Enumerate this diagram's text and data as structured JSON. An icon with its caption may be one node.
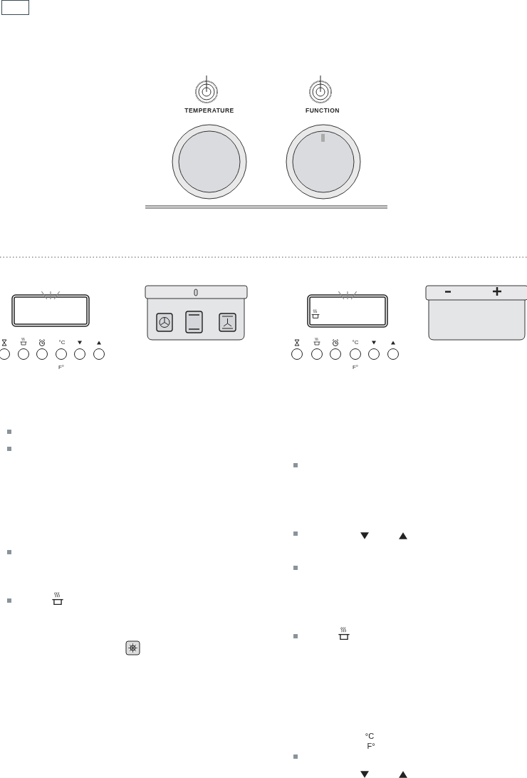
{
  "diagram": {
    "labels": [
      "TEMPERATURE",
      "FUNCTION",
      "°C",
      "F°",
      "°C",
      "F°",
      "°C",
      "F°"
    ]
  }
}
